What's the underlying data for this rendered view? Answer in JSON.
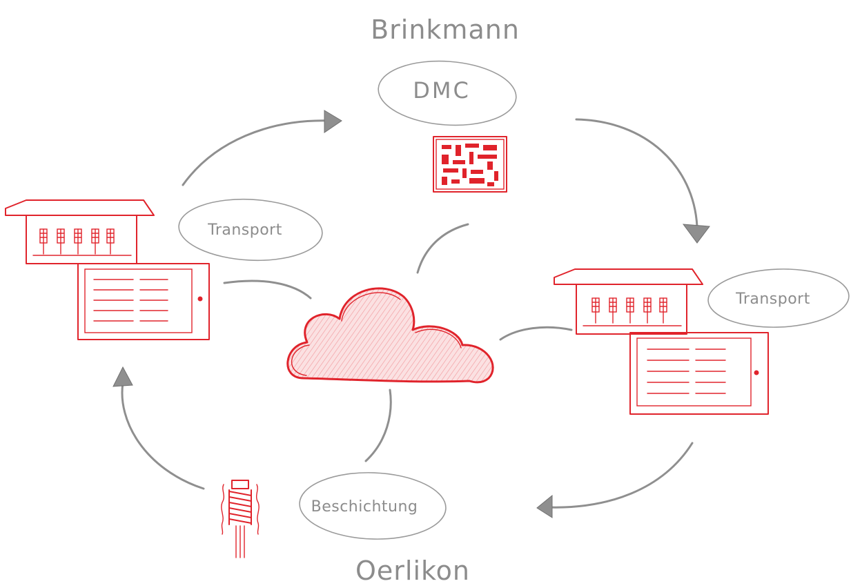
{
  "diagram": {
    "labels": {
      "top": "Brinkmann",
      "dmc": "DMC",
      "transport_left": "Transport",
      "transport_right": "Transport",
      "beschichtung": "Beschichtung",
      "bottom": "Oerlikon"
    },
    "nodes": {
      "cloud": "cloud-icon",
      "dmc_code": "qr-code-icon",
      "left_machine": "machine-terminal-icon",
      "right_machine": "machine-terminal-icon",
      "drill": "drill-tool-icon"
    },
    "colors": {
      "accent": "#e0232b",
      "ink": "#8c8c8c",
      "background": "#ffffff"
    }
  }
}
